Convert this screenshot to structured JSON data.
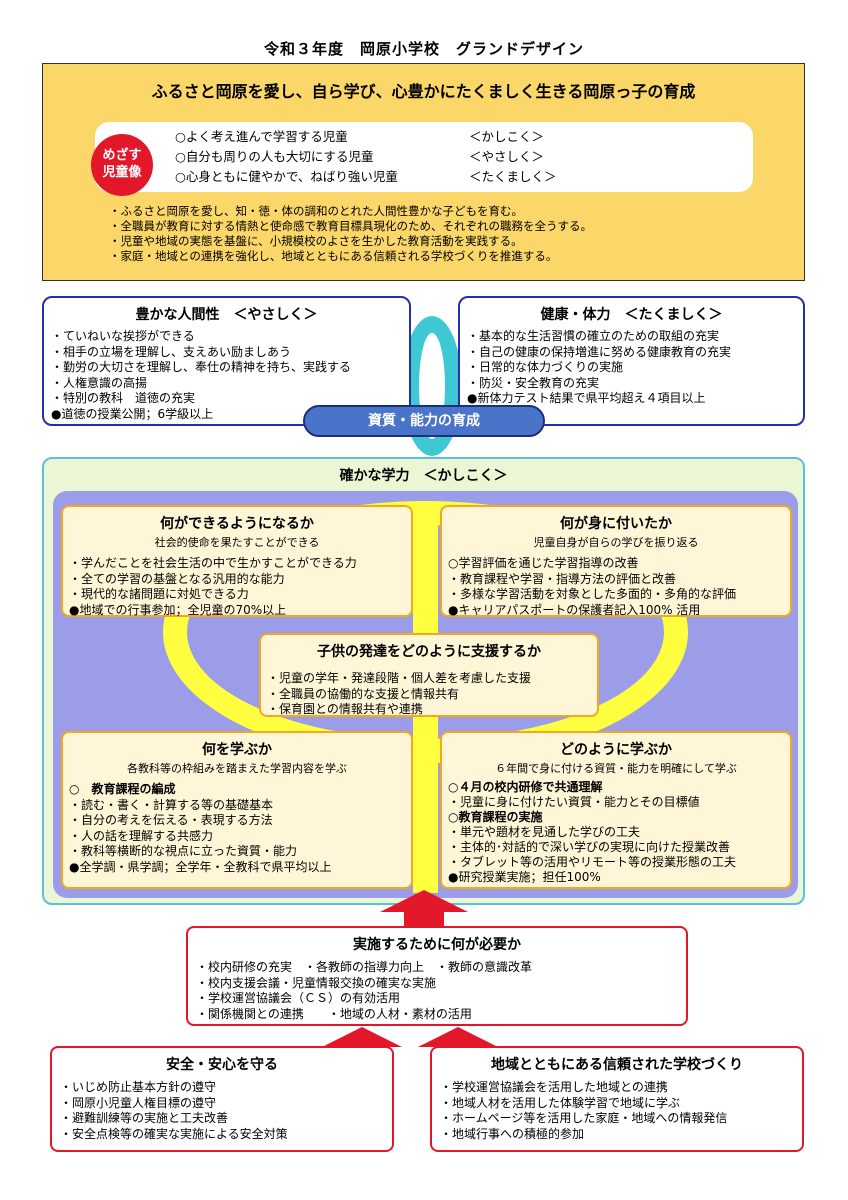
{
  "title": "令和３年度　岡原小学校　グランドデザイン",
  "slogan": "ふるさと岡原を愛し、自ら学び、心豊かにたくましく生きる岡原っ子の育成",
  "mezasu": [
    "めざす",
    "児童像"
  ],
  "goals": [
    {
      "text": "○よく考え進んで学習する児童",
      "tag": "＜かしこく＞"
    },
    {
      "text": "○自分も周りの人も大切にする児童",
      "tag": "＜やさしく＞"
    },
    {
      "text": "○心身ともに健やかで、ねばり強い児童",
      "tag": "＜たくましく＞"
    }
  ],
  "policies": [
    "・ふるさと岡原を愛し、知・徳・体の調和のとれた人間性豊かな子どもを育む。",
    "・全職員が教育に対する情熱と使命感で教育目標具現化のため、それぞれの職務を全うする。",
    "・児童や地域の実態を基盤に、小規模校のよさを生かした教育活動を実践する。",
    "・家庭・地域との連携を強化し、地域とともにある信頼される学校づくりを推進する。"
  ],
  "yasashiku": {
    "title": "豊かな人間性　＜やさしく＞",
    "lines": [
      "・ていねいな挨拶ができる",
      "・相手の立場を理解し、支えあい励ましあう",
      "・勤労の大切さを理解し、奉仕の精神を持ち、実践する",
      "・人権意識の高揚",
      "・特別の教科　道徳の充実",
      "●道徳の授業公開；6学級以上"
    ]
  },
  "takumashiku": {
    "title": "健康・体力　＜たくましく＞",
    "lines": [
      "・基本的な生活習慣の確立のための取組の充実",
      "・自己の健康の保持増進に努める健康教育の充実",
      "・日常的な体力づくりの実施",
      "・防災・安全教育の充実",
      "●新体力テスト結果で県平均超え４項目以上"
    ]
  },
  "pill": "資質・能力の育成",
  "kashikoku_title": "確かな学力　＜かしこく＞",
  "q1": {
    "title": "何ができるようになるか",
    "sub": "社会的使命を果たすことができる",
    "lines": [
      "・学んだことを社会生活の中で生かすことができる力",
      "・全ての学習の基盤となる汎用的な能力",
      "・現代的な諸問題に対処できる力",
      "●地域での行事参加；全児童の70%以上"
    ]
  },
  "q2": {
    "title": "何が身に付いたか",
    "sub": "児童自身が自らの学びを振り返る",
    "lines": [
      "○学習評価を通じた学習指導の改善",
      "・教育課程や学習・指導方法の評価と改善",
      "・多様な学習活動を対象とした多面的・多角的な評価",
      "●キャリアパスポートの保護者記入100% 活用"
    ]
  },
  "q3": {
    "title": "子供の発達をどのように支援するか",
    "lines": [
      "・児童の学年・発達段階・個人差を考慮した支援",
      "・全職員の協働的な支援と情報共有",
      "・保育園との情報共有や連携"
    ]
  },
  "q4": {
    "title": "何を学ぶか",
    "sub": "各教科等の枠組みを踏まえた学習内容を学ぶ",
    "lines": [
      "○　教育課程の編成",
      "・読む・書く・計算する等の基礎基本",
      "・自分の考えを伝える・表現する方法",
      "・人の話を理解する共感力",
      "・教科等横断的な視点に立った資質・能力",
      "●全学調・県学調；全学年・全教科で県平均以上"
    ]
  },
  "q5": {
    "title": "どのように学ぶか",
    "sub": "６年間で身に付ける資質・能力を明確にして学ぶ",
    "lines": [
      "○４月の校内研修で共通理解",
      "・児童に身に付けたい資質・能力とその目標値",
      "○教育課程の実施",
      "・単元や題材を見通した学びの工夫",
      "・主体的･対話的で深い学びの実現に向けた授業改善",
      "・タブレット等の活用やリモート等の授業形態の工夫",
      "●研究授業実施；担任100%"
    ]
  },
  "needs": {
    "title": "実施するために何が必要か",
    "lines": [
      "・校内研修の充実　・各教師の指導力向上　・教師の意識改革",
      "・校内支援会議・児童情報交換の確実な実施",
      "・学校運営協議会（ＣＳ）の有効活用",
      "・関係機関との連携　　・地域の人材・素材の活用"
    ]
  },
  "safety": {
    "title": "安全・安心を守る",
    "lines": [
      "・いじめ防止基本方針の遵守",
      "・岡原小児童人権目標の遵守",
      "・避難訓練等の実施と工夫改善",
      "・安全点検等の確実な実施による安全対策"
    ]
  },
  "community": {
    "title": "地域とともにある信頼された学校づくり",
    "lines": [
      "・学校運営協議会を活用した地域との連携",
      "・地域人材を活用した体験学習で地域に学ぶ",
      "・ホームページ等を活用した家庭・地域への情報発信",
      "・地域行事への積極的参加"
    ]
  },
  "colors": {
    "accent_red": "#e3172a",
    "top_yellow": "#fbd668",
    "navy": "#2231a6",
    "cyan": "#3ec8d4",
    "purple": "#9b9de8",
    "yellow_ring": "#ffff40",
    "orange": "#f4a81c"
  }
}
